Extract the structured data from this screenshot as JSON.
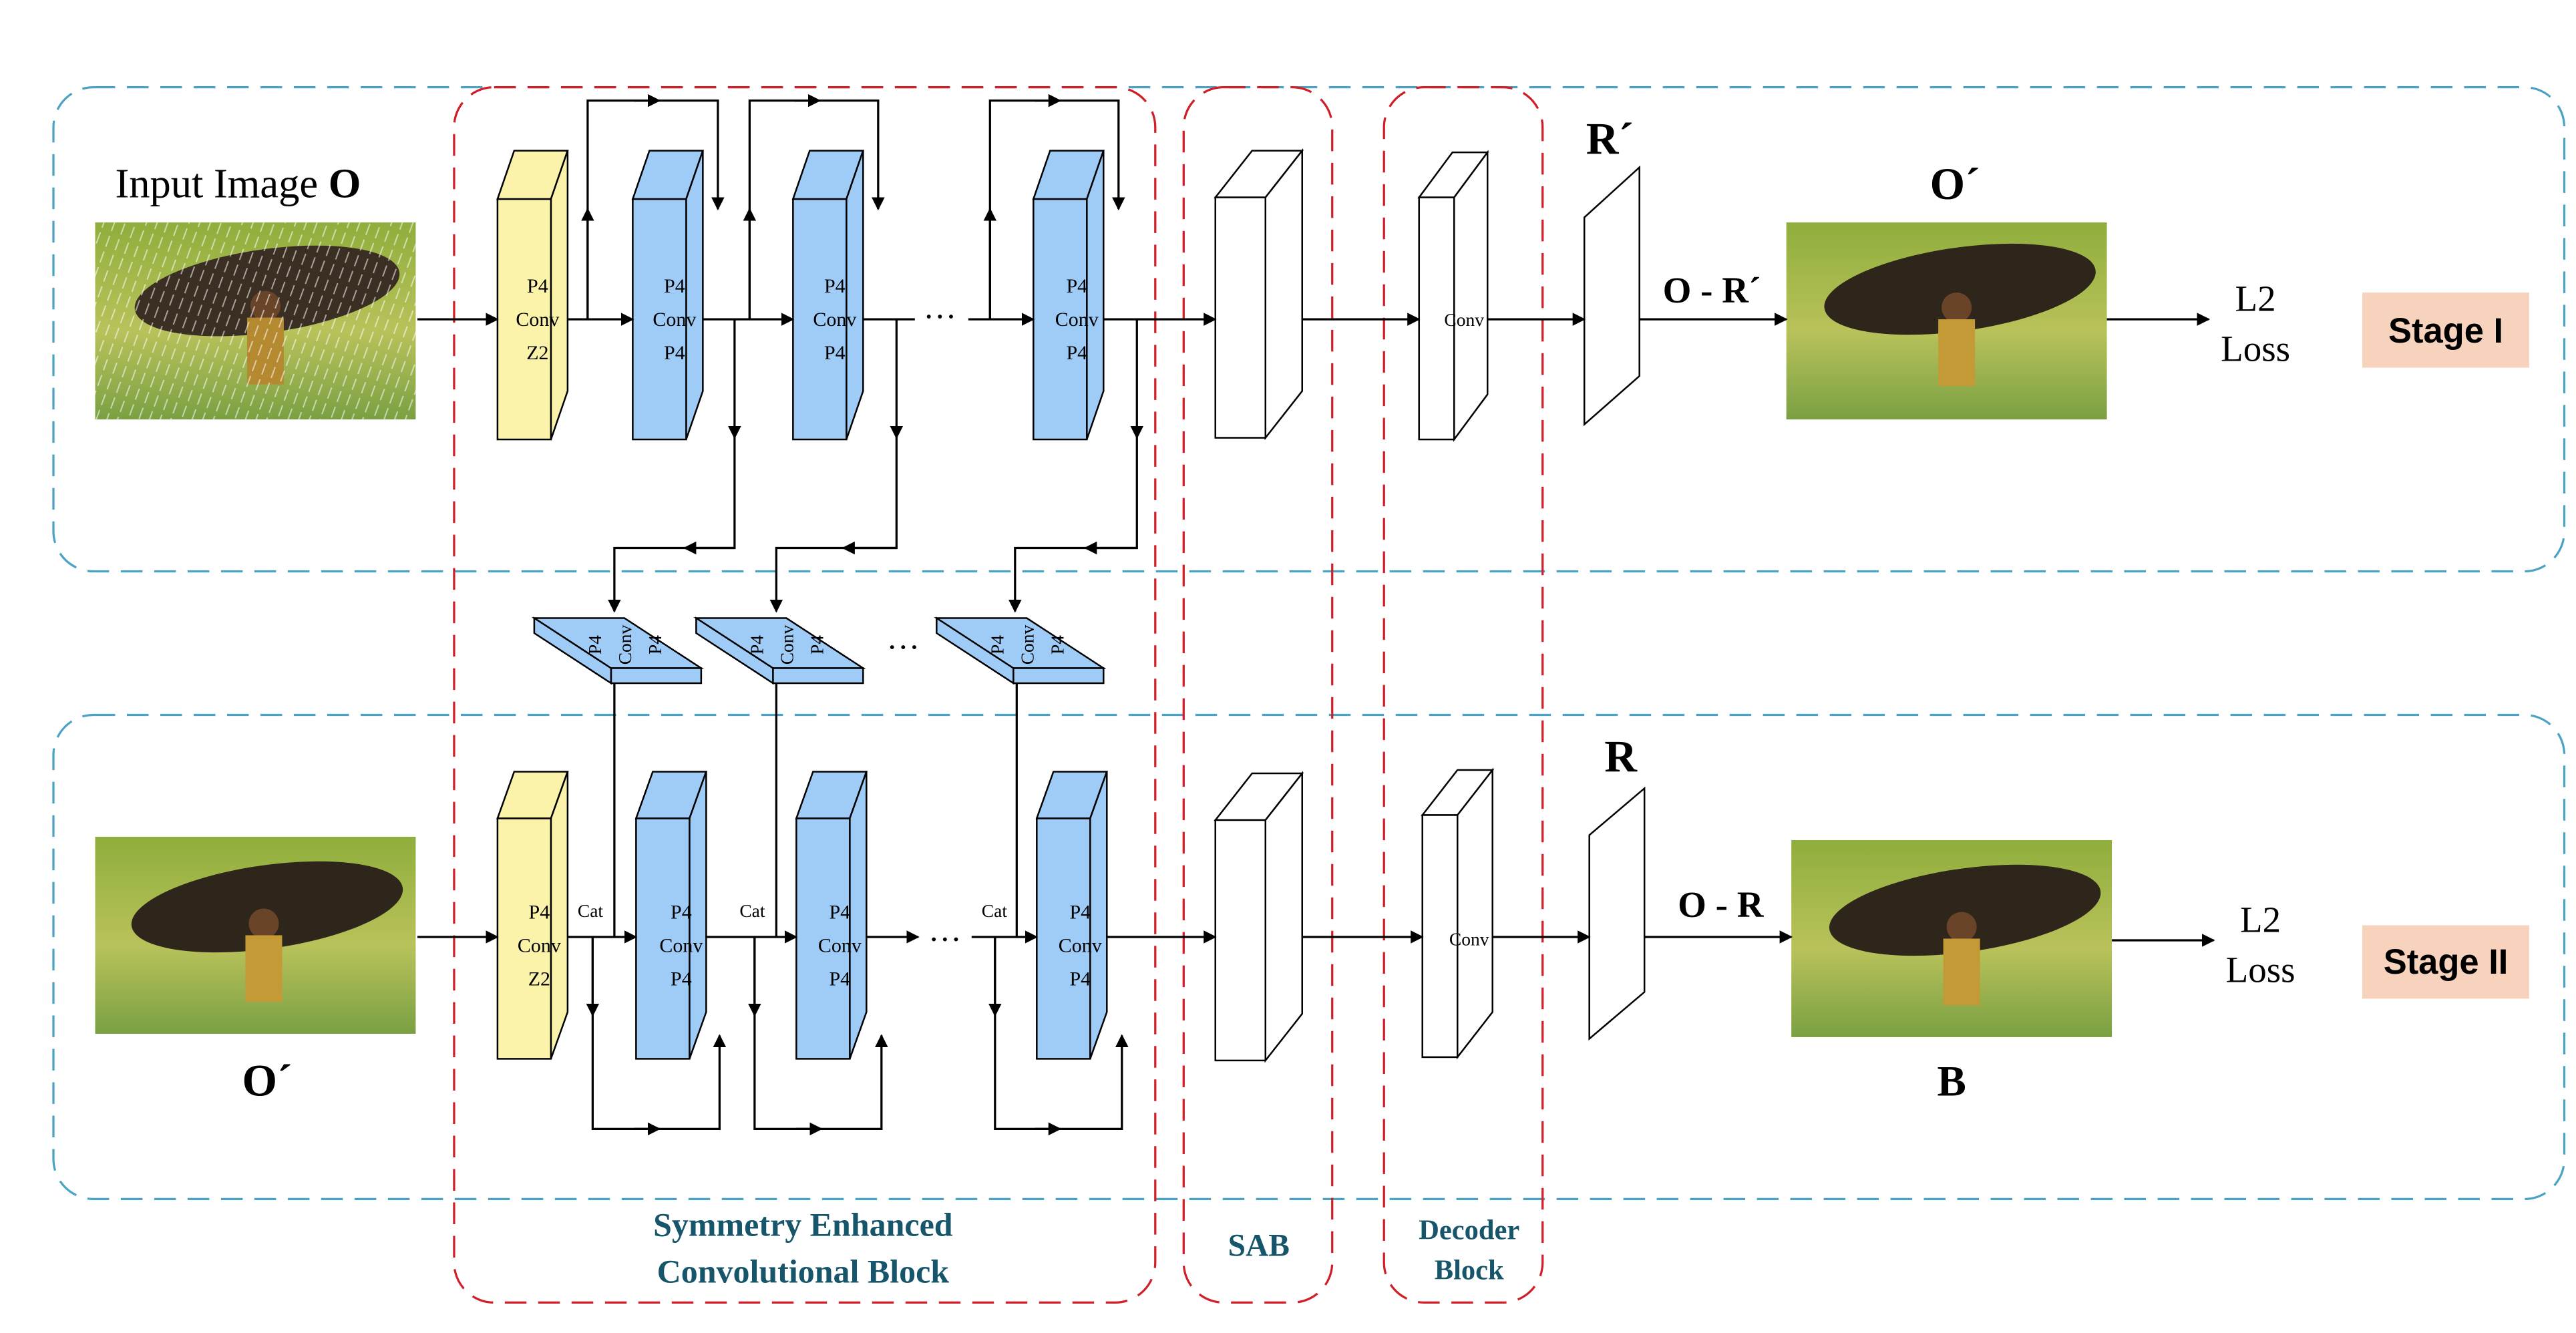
{
  "stage1": {
    "input_label_prefix": "Input Image ",
    "input_label_bold": "O",
    "blocks": {
      "first": [
        "P4",
        "Conv",
        "Z2"
      ],
      "middle": [
        "P4",
        "Conv",
        "P4"
      ]
    },
    "ellipsis": "···",
    "decoder_text": "Conv",
    "r_label": "R´",
    "residual_label": "O - R´",
    "output_label": "O´",
    "loss_line1": "L2",
    "loss_line2": "Loss",
    "stage_name": "Stage I"
  },
  "connectors": {
    "blocks": [
      "P4",
      "Conv",
      "P4"
    ],
    "ellipsis": "···"
  },
  "stage2": {
    "input_label": "O´",
    "cat_label": "Cat",
    "blocks": {
      "first": [
        "P4",
        "Conv",
        "Z2"
      ],
      "middle": [
        "P4",
        "Conv",
        "P4"
      ]
    },
    "ellipsis": "···",
    "decoder_text": "Conv",
    "r_label": "R",
    "residual_label": "O - R",
    "output_label": "B",
    "loss_line1": "L2",
    "loss_line2": "Loss",
    "stage_name": "Stage II"
  },
  "regions": {
    "secb_line1": "Symmetry Enhanced",
    "secb_line2": "Convolutional Block",
    "sab": "SAB",
    "decoder_line1": "Decoder",
    "decoder_line2": "Block"
  },
  "colors": {
    "stage_box": "#4aa3c3",
    "region_box": "#d11f2a",
    "z2_block": "#fbf3a9",
    "p4_block": "#9fcbf7",
    "stage_badge": "#f7d3bd",
    "region_text": "#17556b"
  }
}
